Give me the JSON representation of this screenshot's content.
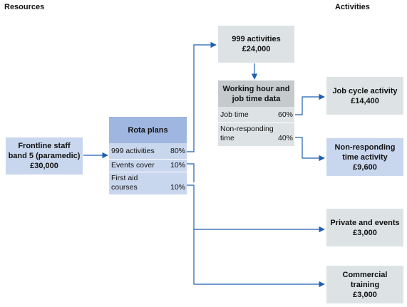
{
  "headers": {
    "resources": "Resources",
    "activities": "Activities"
  },
  "frontline": {
    "line1": "Frontline staff",
    "line2": "band 5 (paramedic)",
    "amount": "£30,000"
  },
  "rota": {
    "title": "Rota plans",
    "rows": [
      {
        "label": "999 activities",
        "pct": "80%"
      },
      {
        "label": "Events cover",
        "pct": "10%"
      },
      {
        "label": "First aid\ncourses",
        "pct": "10%"
      }
    ]
  },
  "activities999": {
    "title": "999 activities",
    "amount": "£24,000"
  },
  "working": {
    "title_line1": "Working hour and",
    "title_line2": "job time data",
    "rows": [
      {
        "label": "Job time",
        "pct": "60%"
      },
      {
        "label": "Non-responding\ntime",
        "pct": "40%"
      }
    ]
  },
  "job_cycle": {
    "title": "Job cycle activity",
    "amount": "£14,400"
  },
  "non_responding": {
    "line1": "Non-responding",
    "line2": "time activity",
    "amount": "£9,600"
  },
  "private_events": {
    "title": "Private and events",
    "amount": "£3,000"
  },
  "commercial": {
    "line1": "Commercial",
    "line2": "training",
    "amount": "£3,000"
  },
  "colors": {
    "arrow": "#1f5fb4",
    "blue_box": "#c9d7ee",
    "rota_header": "#9fb6e0",
    "grey_box": "#dde3e4",
    "grey_header": "#c5cbcd"
  }
}
